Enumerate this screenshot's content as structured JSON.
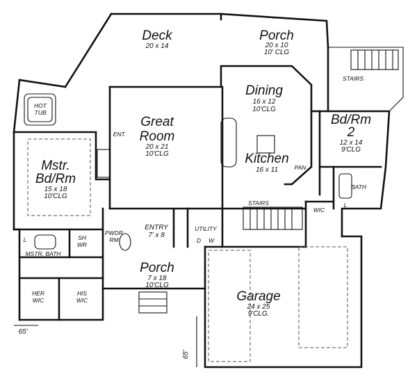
{
  "rooms": {
    "deck": {
      "name": "Deck",
      "size": "20 x 14"
    },
    "porch_rear": {
      "name": "Porch",
      "size": "20 x 10",
      "ceiling": "10' CLG"
    },
    "great_room": {
      "name_line1": "Great",
      "name_line2": "Room",
      "size": "20 x 21",
      "ceiling": "10'CLG"
    },
    "dining": {
      "name": "Dining",
      "size": "16 x 12",
      "ceiling": "10'CLG"
    },
    "kitchen": {
      "name": "Kitchen",
      "size": "16 x 11"
    },
    "bedroom2": {
      "name_line1": "Bd/Rm",
      "name_line2": "2",
      "size": "12 x 14",
      "ceiling": "9'CLG"
    },
    "master": {
      "name_line1": "Mstr.",
      "name_line2": "Bd/Rm",
      "size": "15 x 18",
      "ceiling": "10'CLG"
    },
    "entry": {
      "name": "ENTRY",
      "size": "7' x 8"
    },
    "porch_front": {
      "name": "Porch",
      "size": "7 x 18",
      "ceiling": "10'CLG"
    },
    "garage": {
      "name": "Garage",
      "size": "24 x 25",
      "ceiling": "9'CLG."
    }
  },
  "labels": {
    "hot_tub_1": "HOT",
    "hot_tub_2": "TUB",
    "ent": "ENT.",
    "stairs_top": "STAIRS",
    "stairs_mid": "STAIRS",
    "pan": "PAN",
    "bath": "BATH",
    "wic": "WIC",
    "l_bath": "L",
    "l_master": "L",
    "utility": "UTILITY",
    "d": "D",
    "w": "W",
    "pwdr_1": "PWDR",
    "pwdr_2": "RM",
    "shwr_1": "SH",
    "shwr_2": "WR",
    "mstr_bath": "MSTR. BATH",
    "her_wic_1": "HER",
    "her_wic_2": "WIC",
    "his_wic_1": "HIS",
    "his_wic_2": "WIC"
  },
  "dimensions": {
    "width": "65'",
    "depth": "65'"
  }
}
